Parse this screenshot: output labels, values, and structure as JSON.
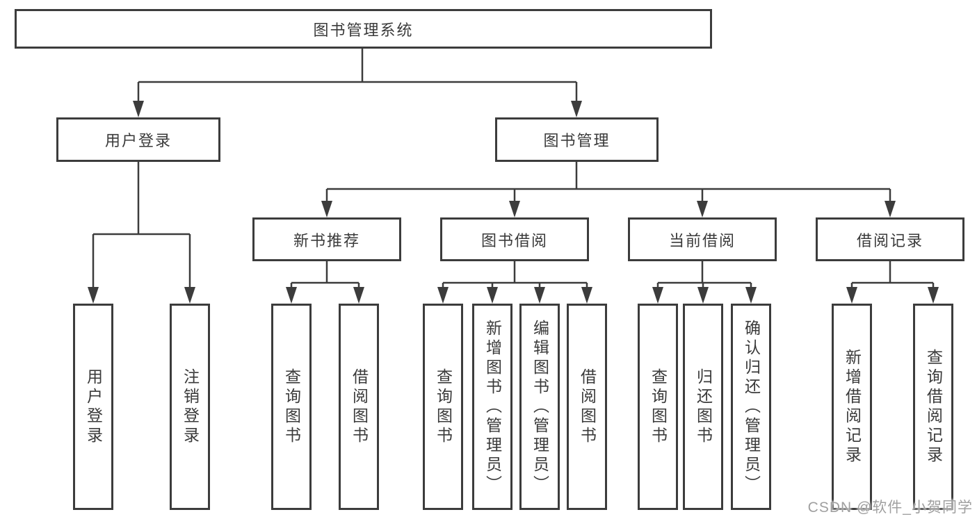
{
  "tree": {
    "root": {
      "label": "图书管理系统"
    },
    "branches": [
      {
        "label": "用户登录",
        "children": [
          {
            "label": "用户登录"
          },
          {
            "label": "注销登录"
          }
        ]
      },
      {
        "label": "图书管理",
        "children": [
          {
            "label": "新书推荐",
            "children": [
              {
                "label": "查询图书"
              },
              {
                "label": "借阅图书"
              }
            ]
          },
          {
            "label": "图书借阅",
            "children": [
              {
                "label": "查询图书"
              },
              {
                "label": "新增图书（管理员）"
              },
              {
                "label": "编辑图书（管理员）"
              },
              {
                "label": "借阅图书"
              }
            ]
          },
          {
            "label": "当前借阅",
            "children": [
              {
                "label": "查询图书"
              },
              {
                "label": "归还图书"
              },
              {
                "label": "确认归还（管理员）"
              }
            ]
          },
          {
            "label": "借阅记录",
            "children": [
              {
                "label": "新增借阅记录"
              },
              {
                "label": "查询借阅记录"
              }
            ]
          }
        ]
      }
    ]
  },
  "watermark": "CSDN @软件_小贺同学",
  "colors": {
    "line": "#3c3c3c",
    "border": "#3c3c3c",
    "text": "#3a3a3a",
    "background": "#ffffff",
    "watermark": "#a0a0a0"
  }
}
